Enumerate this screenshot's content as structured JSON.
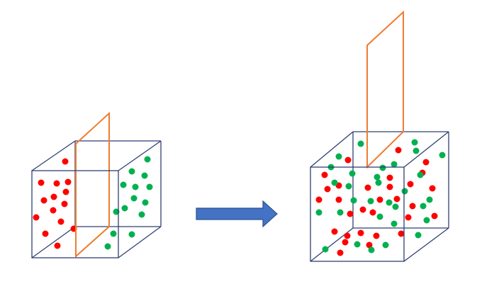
{
  "colors": {
    "cube_edge": "#2f3f73",
    "partition": "#ed7d31",
    "particle_a": "#ff0000",
    "particle_b": "#00b050",
    "arrow_fill": "#4472c4",
    "arrow_stroke": "#2f528f"
  },
  "diagram": {
    "left": {
      "partition": "inserted",
      "red_particles": 14,
      "green_particles": 14
    },
    "arrow": {
      "icon": "right-arrow-icon"
    },
    "right": {
      "partition": "lifted",
      "red_particles": 30,
      "green_particles": 31
    }
  }
}
